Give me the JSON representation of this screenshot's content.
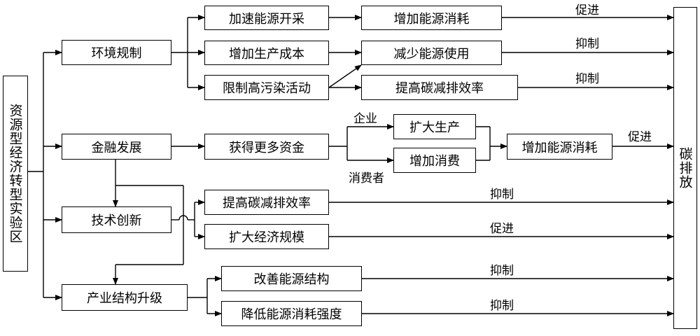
{
  "source": "资源型经济转型实验区",
  "target": "碳排放",
  "drivers": {
    "env": "环境规制",
    "fin": "金融发展",
    "tech": "技术创新",
    "ind": "产业结构升级"
  },
  "env_paths": {
    "accelerate": "加速能源开采",
    "cost": "增加生产成本",
    "restrict": "限制高污染活动",
    "consume_up": "增加能源消耗",
    "use_down": "减少能源使用",
    "efficiency": "提高碳减排效率"
  },
  "fin_paths": {
    "funds": "获得更多资金",
    "enterprise": "企业",
    "consumer": "消费者",
    "expand_production": "扩大生产",
    "more_consumption": "增加消费",
    "consume_up": "增加能源消耗"
  },
  "tech_paths": {
    "efficiency": "提高碳减排效率",
    "scale": "扩大经济规模"
  },
  "ind_paths": {
    "structure": "改善能源结构",
    "intensity": "降低能源消耗强度"
  },
  "effects": {
    "promote": "促进",
    "inhibit": "抑制"
  }
}
